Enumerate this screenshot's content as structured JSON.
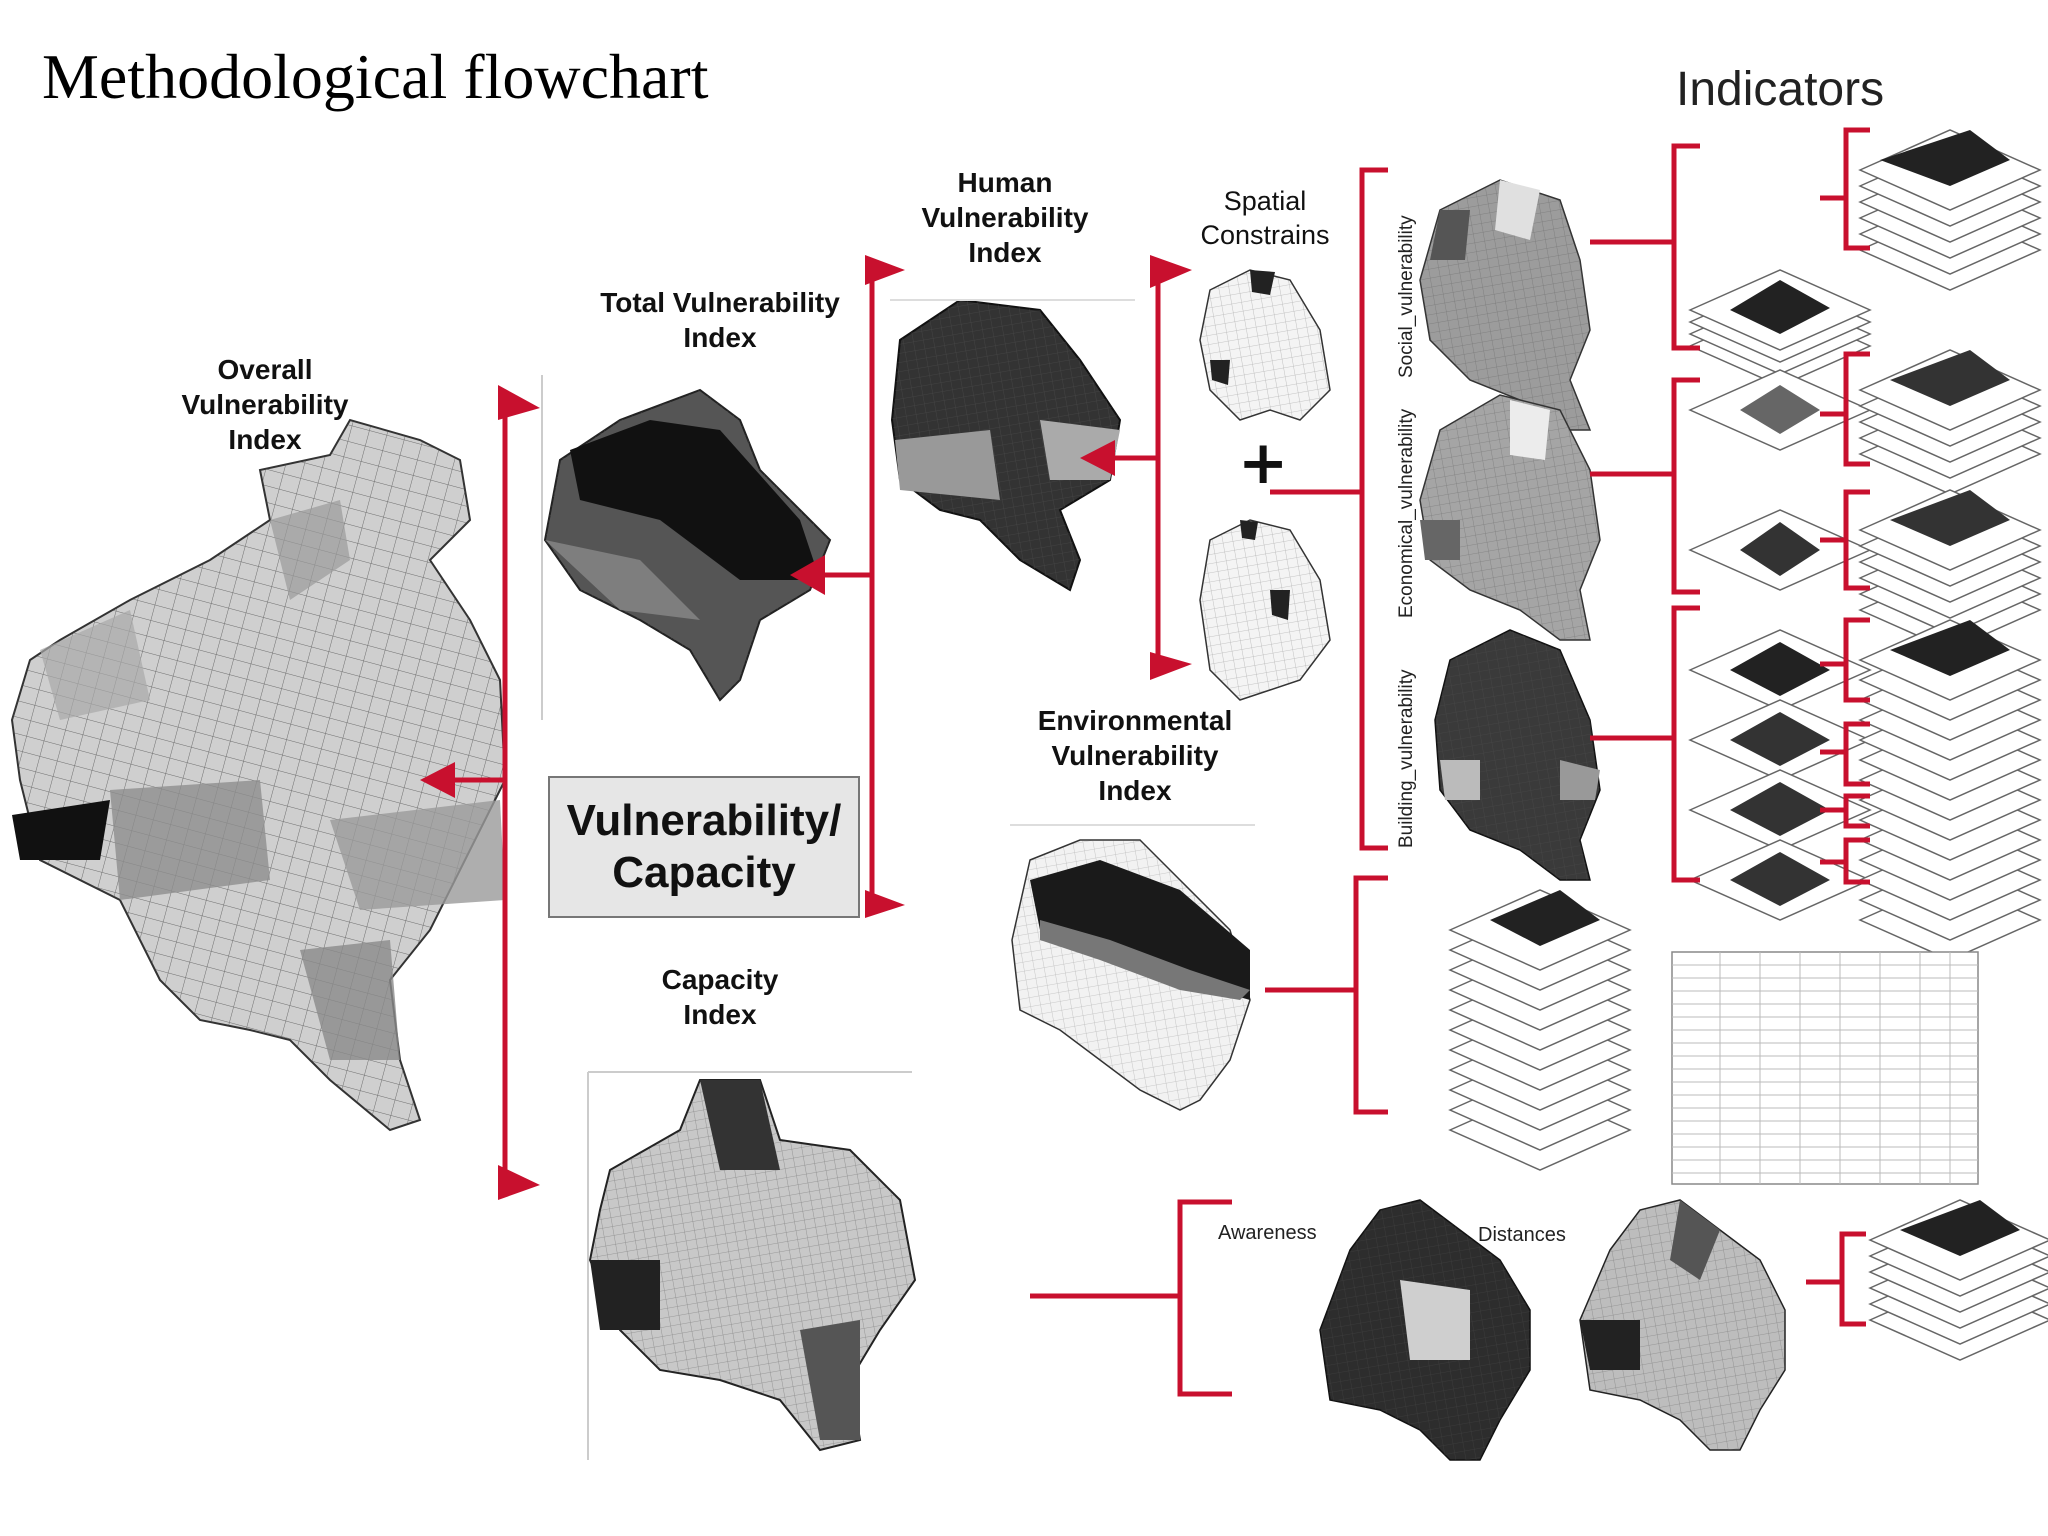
{
  "title": "Methodological flowchart",
  "indicators_heading": "Indicators",
  "labels": {
    "overall": [
      "Overall",
      "Vulnerability",
      "Index"
    ],
    "total": [
      "Total Vulnerability",
      "Index"
    ],
    "human": [
      "Human",
      "Vulnerability",
      "Index"
    ],
    "spatial": [
      "Spatial",
      "Constrains"
    ],
    "environmental": [
      "Environmental",
      "Vulnerability",
      "Index"
    ],
    "capacity": [
      "Capacity",
      "Index"
    ],
    "vc_box": [
      "Vulnerability/",
      "Capacity"
    ],
    "social": "Social_vulnerability",
    "economical": "Economical_vulnerability",
    "building": "Building_vulnerability",
    "awareness": "Awareness",
    "distances": "Distances",
    "plus": "+"
  },
  "colors": {
    "accent": "#c8102e",
    "map_dark": "#2b2b2b",
    "map_mid": "#8a8a8a",
    "map_light": "#d4d4d4"
  }
}
